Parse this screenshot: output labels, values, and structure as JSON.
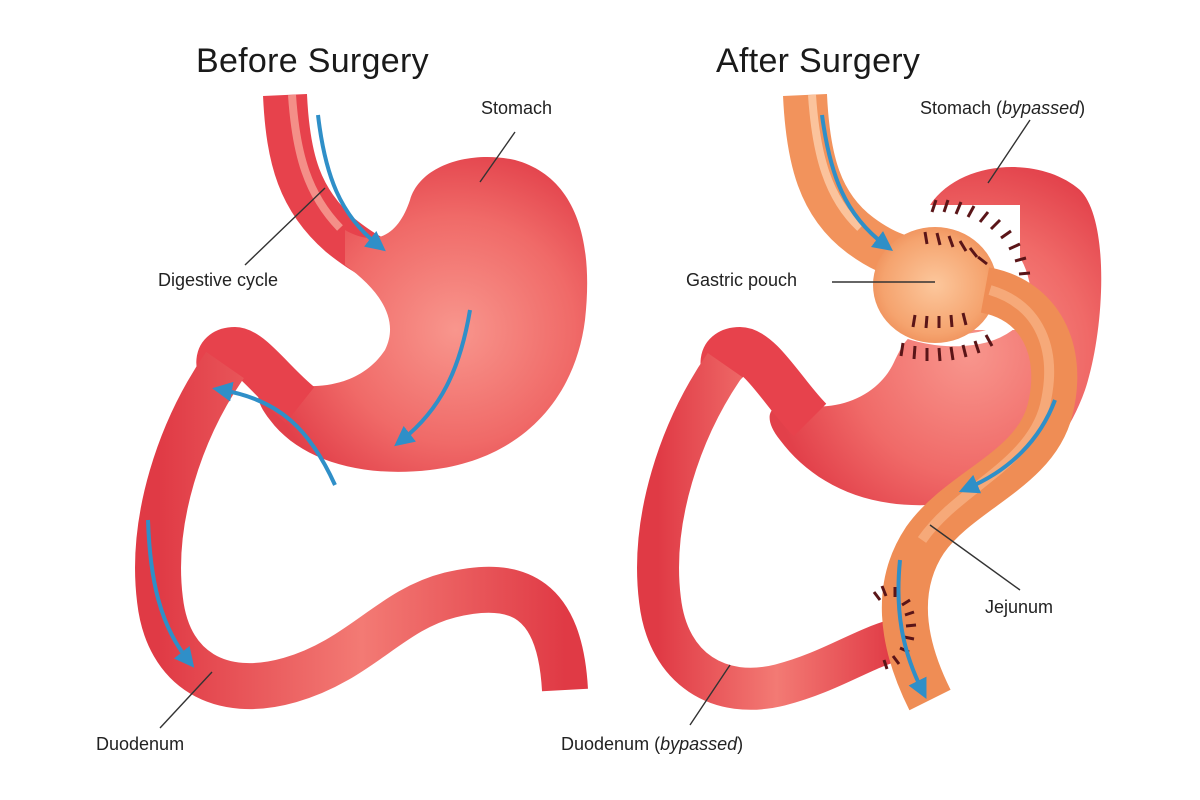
{
  "figure": {
    "type": "medical-illustration",
    "subject": "Gastric bypass surgery comparison",
    "colors": {
      "background": "#ffffff",
      "organ_red": "#ec4850",
      "organ_red_light": "#f5857f",
      "organ_red_dark": "#d8313c",
      "rerouted_orange": "#f08a52",
      "rerouted_orange_light": "#fbc9a0",
      "flow_arrow_blue": "#2f8fc8",
      "staple_marks": "#5a1518",
      "leader_line": "#333333",
      "text": "#222222"
    }
  },
  "panels": [
    {
      "id": "before",
      "title": "Before Surgery",
      "labels": [
        {
          "id": "stomach",
          "text": "Stomach",
          "qualifier": ""
        },
        {
          "id": "digestive-cycle",
          "text": "Digestive cycle",
          "qualifier": ""
        },
        {
          "id": "duodenum",
          "text": "Duodenum",
          "qualifier": ""
        }
      ]
    },
    {
      "id": "after",
      "title": "After Surgery",
      "labels": [
        {
          "id": "stomach-bypassed",
          "text": "Stomach",
          "qualifier": "bypassed"
        },
        {
          "id": "gastric-pouch",
          "text": "Gastric pouch",
          "qualifier": ""
        },
        {
          "id": "jejunum",
          "text": "Jejunum",
          "qualifier": ""
        },
        {
          "id": "duodenum-bypassed",
          "text": "Duodenum",
          "qualifier": "bypassed"
        }
      ]
    }
  ]
}
